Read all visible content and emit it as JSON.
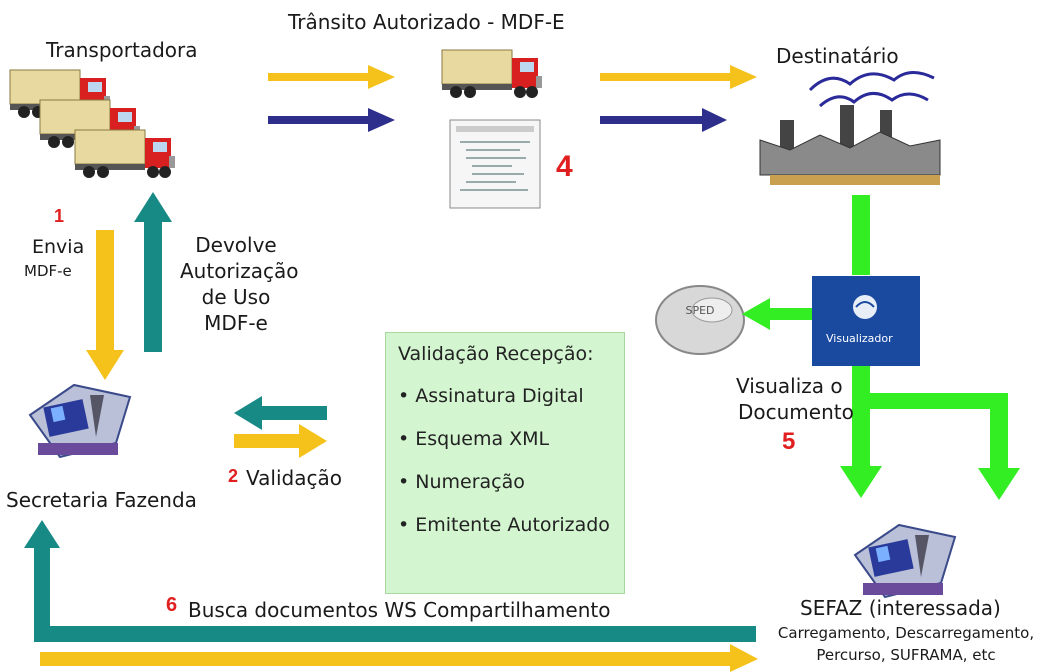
{
  "top": {
    "transit_label": "Trânsito Autorizado - MDF-E"
  },
  "carrier": {
    "label": "Transportadora"
  },
  "recipient": {
    "label": "Destinatário"
  },
  "step1": {
    "number": "1",
    "line1": "Envia",
    "line2": "MDF-e"
  },
  "return": {
    "line1": "Devolve",
    "line2": "Autorização",
    "line3": "de Uso",
    "line4": "MDF-e"
  },
  "step4": {
    "number": "4"
  },
  "secretaria": {
    "label": "Secretaria Fazenda"
  },
  "step2": {
    "number": "2",
    "label": "Validação"
  },
  "validation_box": {
    "title": "Validação Recepção:",
    "items": [
      "Assinatura Digital",
      "Esquema XML",
      "Numeração",
      "Emitente Autorizado"
    ]
  },
  "visualizador": {
    "label": "Visualizador"
  },
  "sped": {
    "label": "SPED"
  },
  "step5": {
    "number": "5",
    "line1": "Visualiza o",
    "line2": "Documento"
  },
  "step6": {
    "number": "6",
    "label": "Busca documentos WS Compartilhamento"
  },
  "sefaz_interessada": {
    "label": "SEFAZ (interessada)",
    "line1": "Carregamento, Descarregamento,",
    "line2": "Percurso, SUFRAMA, etc"
  },
  "colors": {
    "yellow": "#f5c21b",
    "navy": "#2e2e8c",
    "teal": "#188a86",
    "green": "#33ee22"
  }
}
